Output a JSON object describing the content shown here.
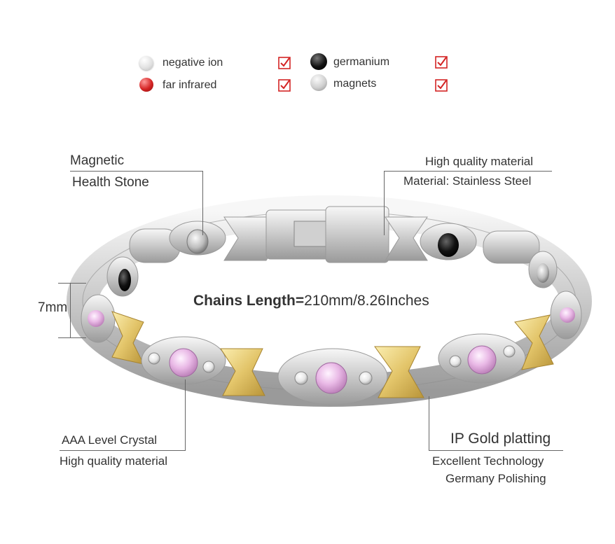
{
  "legend": {
    "items": [
      {
        "label": "negative ion",
        "color": "#ececec"
      },
      {
        "label": "far infrared",
        "color": "#d42424"
      },
      {
        "label": "germanium",
        "color": "#111111"
      },
      {
        "label": "magnets",
        "color": "#cfcfcf"
      }
    ],
    "check_color": "#d42424"
  },
  "callouts": {
    "magnetic_title": "Magnetic",
    "magnetic_sub": "Health Stone",
    "material_title": "High quality material",
    "material_sub": "Material: Stainless Steel",
    "width": "7mm",
    "crystal_title": "AAA Level Crystal",
    "crystal_sub": "High quality material",
    "gold_title": "IP Gold platting",
    "gold_sub1": "Excellent Technology",
    "gold_sub2": "Germany Polishing"
  },
  "chain": {
    "label": "Chains Length=",
    "value": "210mm/8.26Inches"
  },
  "colors": {
    "silver": "#d8d8d8",
    "gold": "#e3c56a",
    "crystal": "#e9b9e6"
  }
}
